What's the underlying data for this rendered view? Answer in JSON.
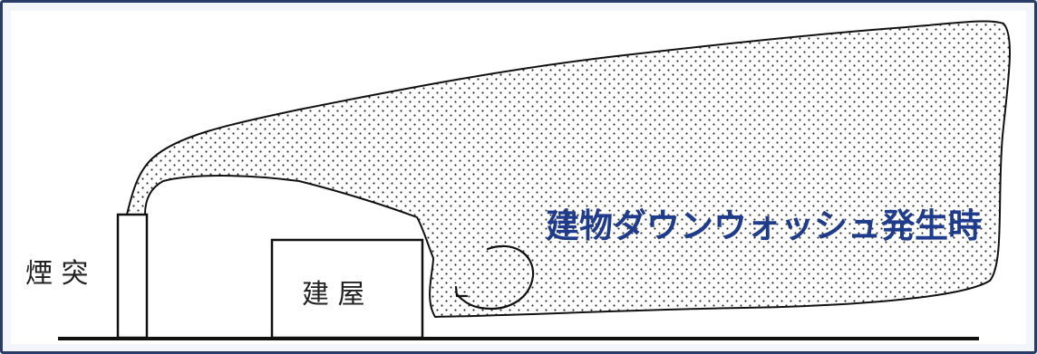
{
  "labels": {
    "chimney": "煙 突",
    "building": "建 屋",
    "caption": "建物ダウンウォッシュ発生時"
  },
  "colors": {
    "frame_border": "#2a3b66",
    "frame_fill": "#f2f6fb",
    "line": "#111111",
    "dot": "#333333",
    "caption": "#1f3c8c"
  }
}
